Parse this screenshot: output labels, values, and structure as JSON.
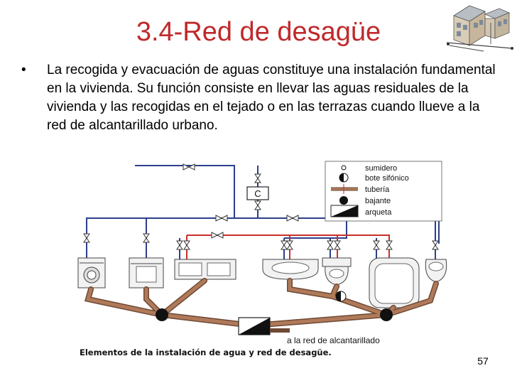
{
  "slide": {
    "title": "3.4-Red de desagüe",
    "bullet_marker": "•",
    "bullet_text": "La recogida y evacuación de aguas constituye una instalación fundamental en la vivienda. Su función consiste en llevar las aguas residuales de la vivienda y las recogidas en el tejado o en las terrazas cuando llueve a la red de alcantarillado urbano.",
    "page_number": "57"
  },
  "diagram": {
    "legend": [
      {
        "label": "sumidero",
        "icon": "sumidero-icon"
      },
      {
        "label": "bote sifónico",
        "icon": "bote-sifonico-icon"
      },
      {
        "label": "tubería",
        "icon": "tuberia-icon"
      },
      {
        "label": "bajante",
        "icon": "bajante-icon"
      },
      {
        "label": "arqueta",
        "icon": "arqueta-icon"
      }
    ],
    "meter_label": "C",
    "sewer_label": "a la red de alcantarillado",
    "caption": "Elementos de la instalación de agua y red de desagüe.",
    "colors": {
      "cold_water": "#2b3f8c",
      "hot_water": "#c8302b",
      "drain_pipe": "#b07a5a",
      "drain_pipe_edge": "#6e4a35"
    }
  }
}
